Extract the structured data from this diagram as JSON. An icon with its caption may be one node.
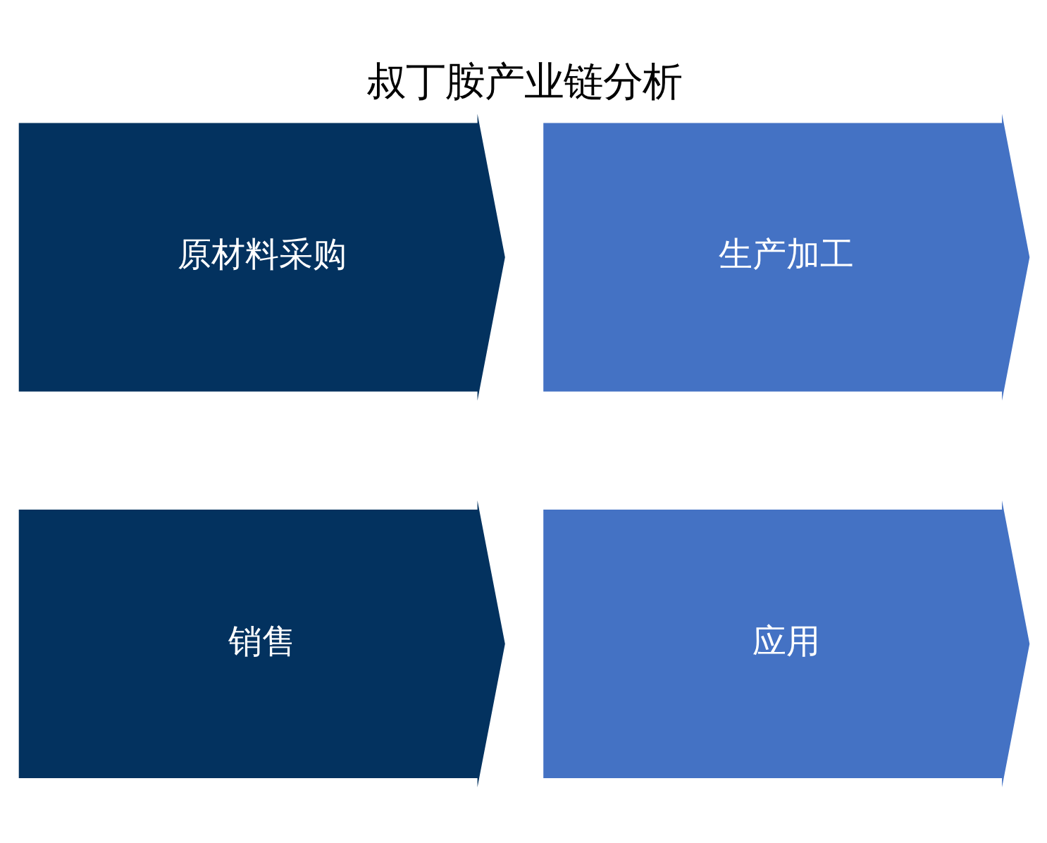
{
  "diagram": {
    "title": "叔丁胺产业链分析",
    "nodes": [
      {
        "text": [
          "原材料采购"
        ]
      },
      {
        "text": [
          "生产加工"
        ]
      },
      {
        "text": [
          "销售"
        ]
      },
      {
        "text": [
          "应用"
        ]
      }
    ]
  }
}
